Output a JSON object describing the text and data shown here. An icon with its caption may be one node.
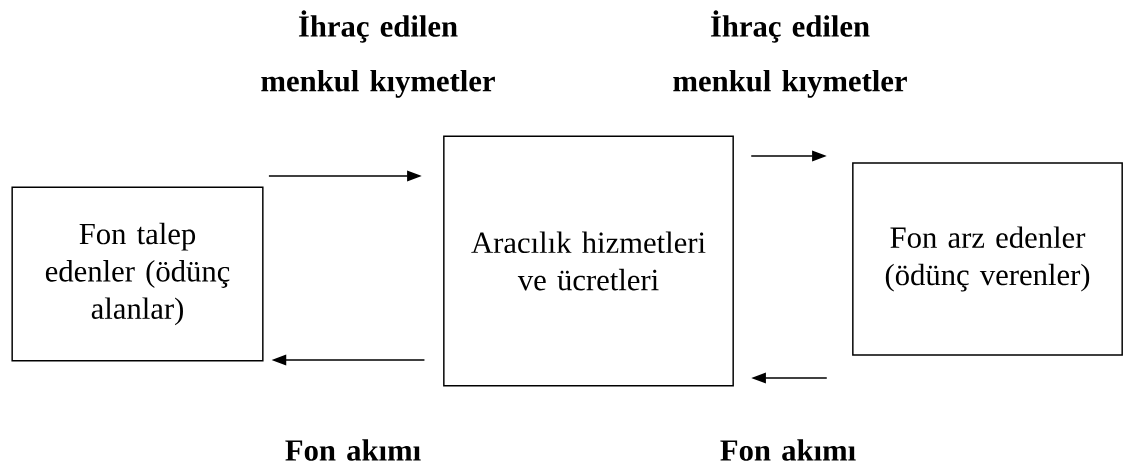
{
  "diagram": {
    "nodes": [
      {
        "text": [
          "Fon talep edenler (ödünç alanlar)"
        ]
      },
      {
        "text": [
          "Aracılık hizmetleri ve ücretleri"
        ]
      },
      {
        "text": [
          "Fon arz edenler (ödünç verenler)"
        ]
      }
    ],
    "edges": [
      {
        "from": 0,
        "to": 1,
        "arrow": "to",
        "label": "İhraç edilen menkul kıymetler"
      },
      {
        "from": 1,
        "to": 2,
        "arrow": "to",
        "label": "İhraç edilen menkul kıymetler"
      },
      {
        "from": 2,
        "to": 1,
        "arrow": "to",
        "label": "Fon akımı"
      },
      {
        "from": 1,
        "to": 0,
        "arrow": "to",
        "label": "Fon akımı"
      }
    ]
  }
}
